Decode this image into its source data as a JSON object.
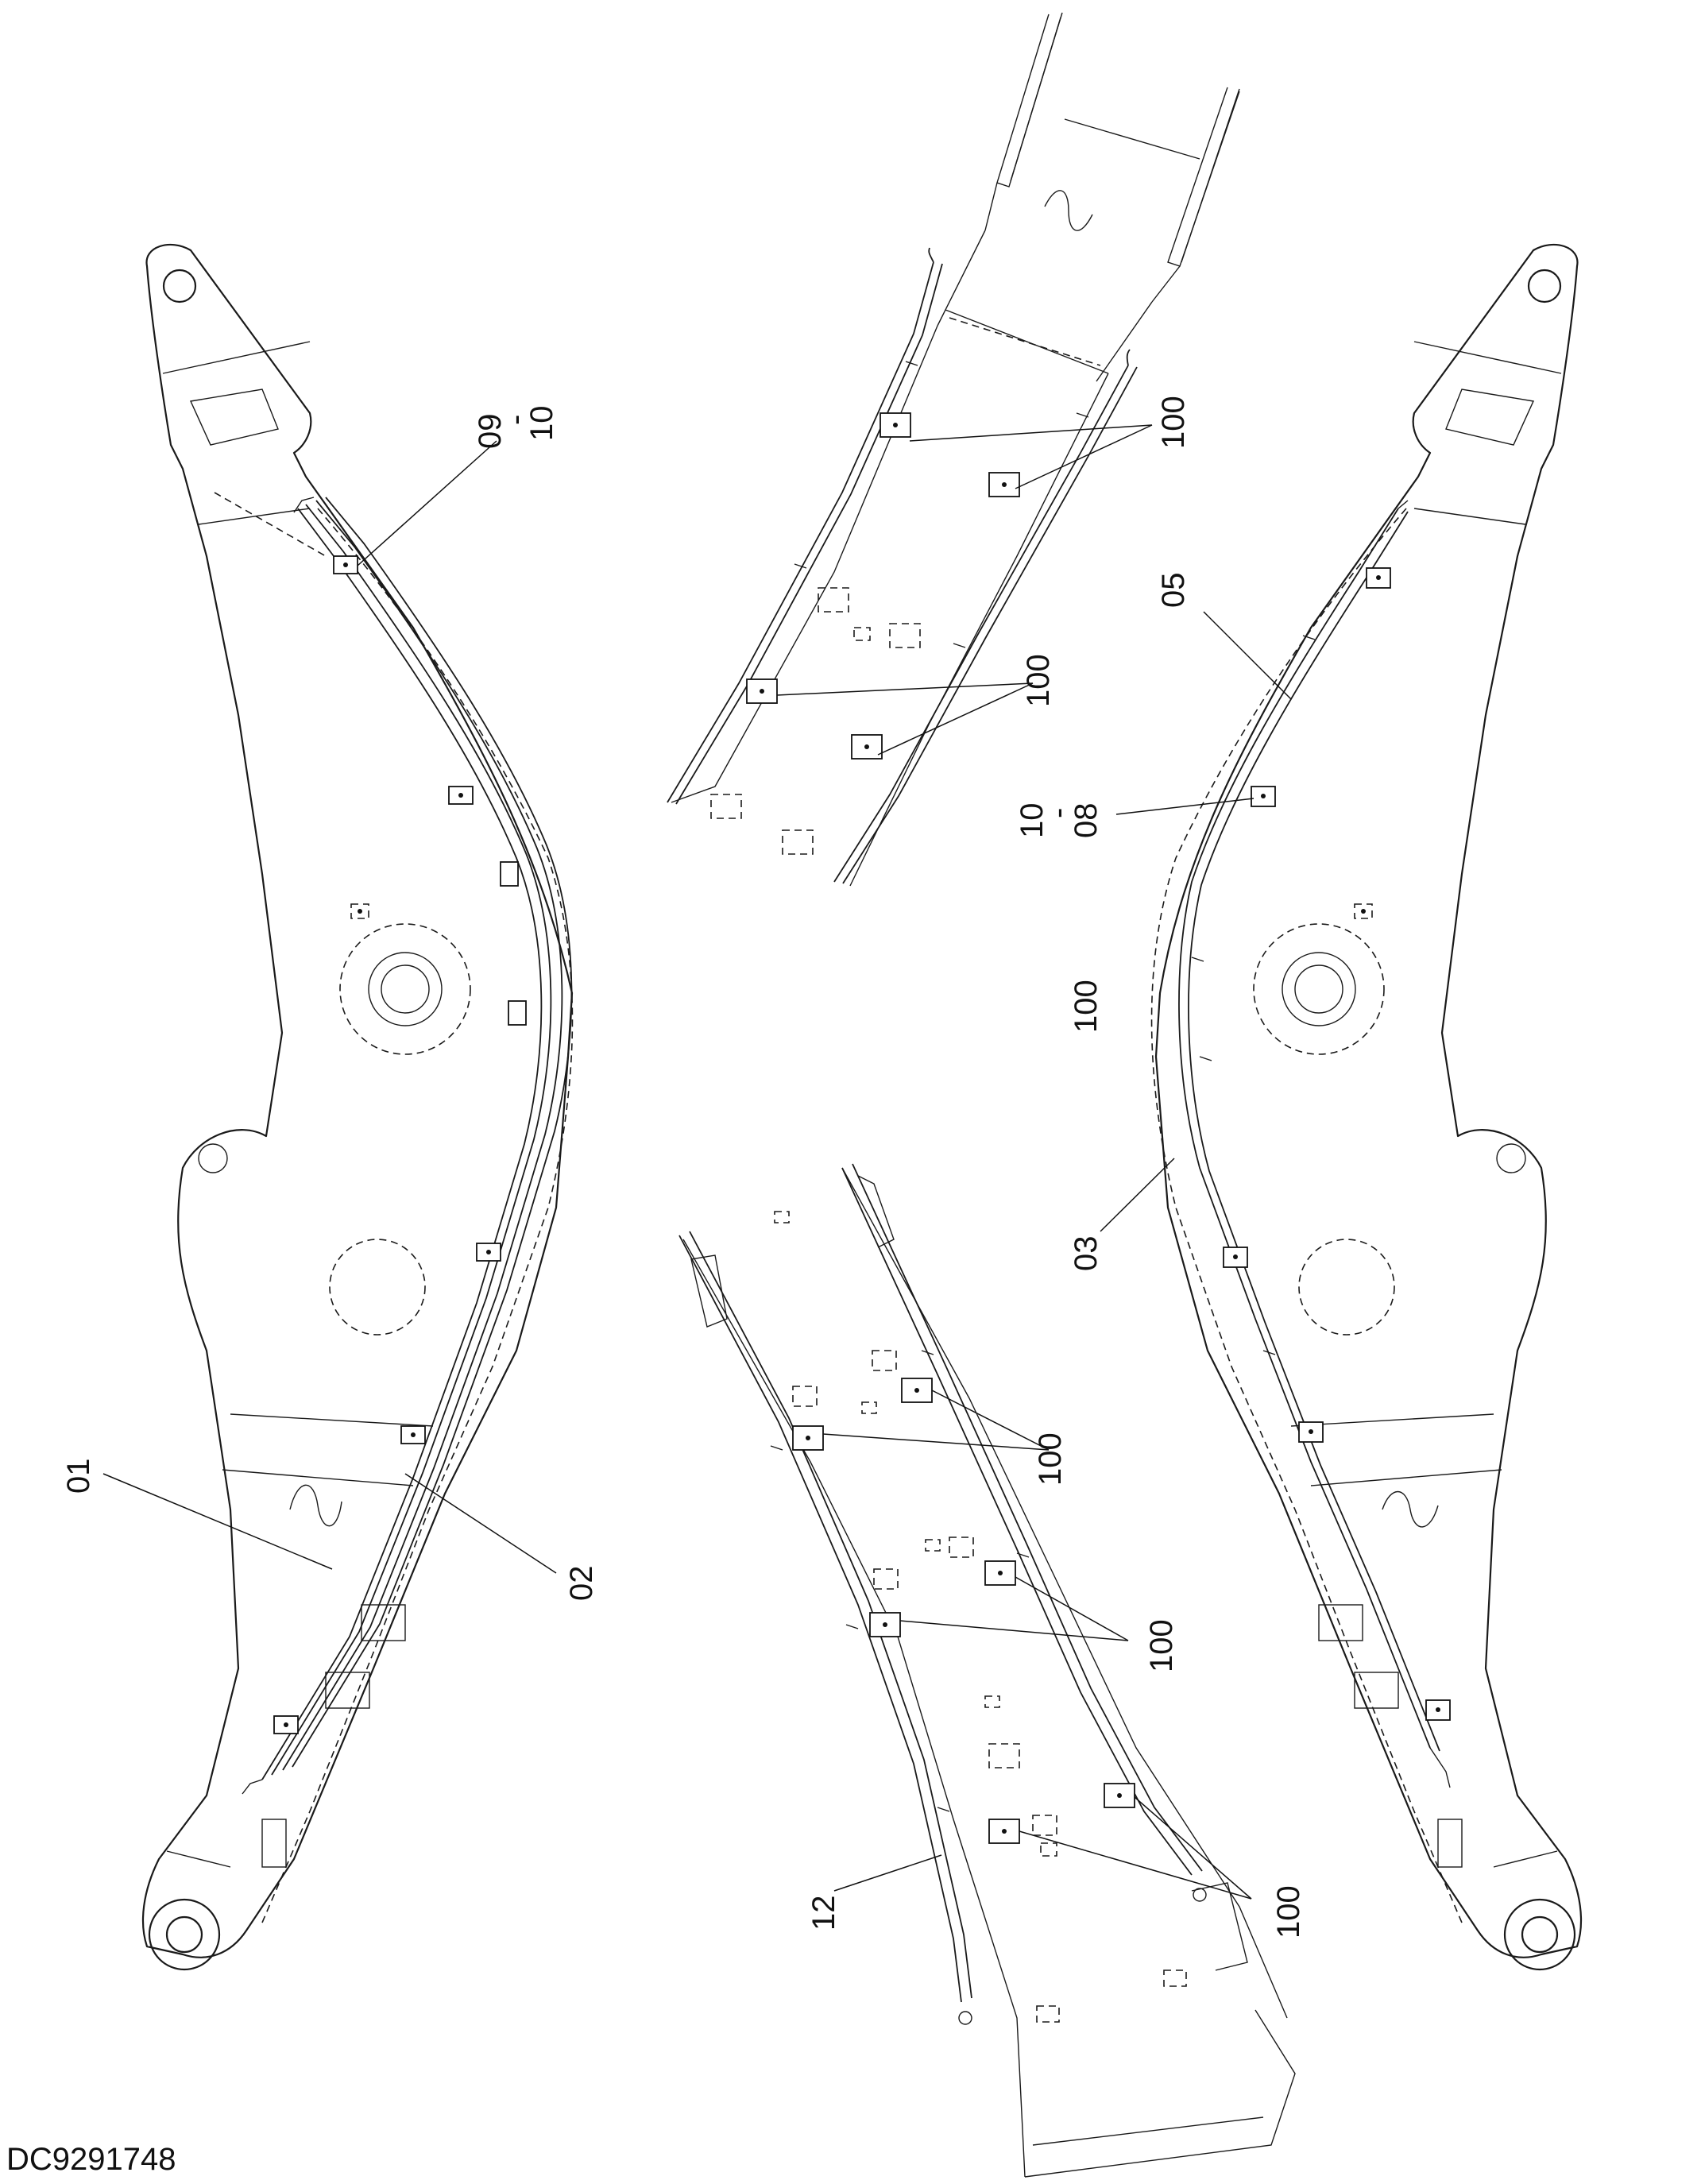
{
  "drawing_code": "DC9291748",
  "callouts": {
    "left_top_a": "09",
    "left_top_dash": "-",
    "left_top_b": "10",
    "left_01": "01",
    "left_02": "02",
    "right_05": "05",
    "right_mid_a": "10",
    "right_mid_dash": "-",
    "right_mid_b": "08",
    "right_100": "100",
    "right_03": "03",
    "top_100_a": "100",
    "top_100_b": "100",
    "bottom_100_a": "100",
    "bottom_100_b": "100",
    "bottom_100_c": "100",
    "bottom_12": "12"
  }
}
